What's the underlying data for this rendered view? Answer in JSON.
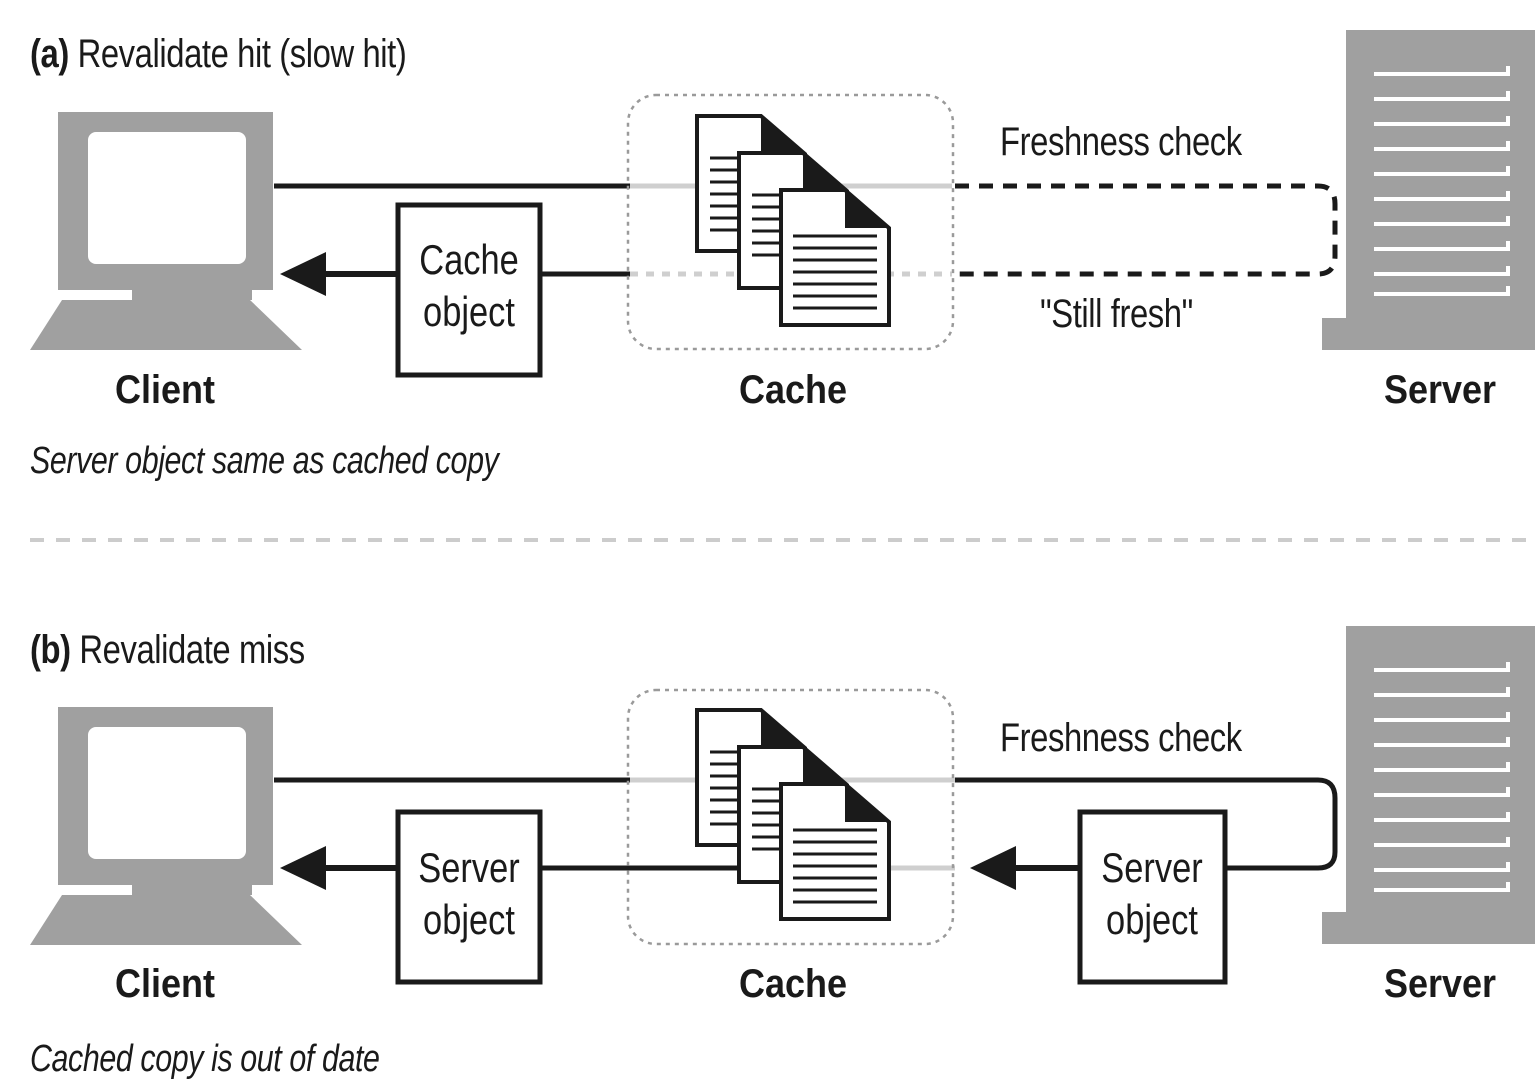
{
  "panel_a": {
    "tag": "(a)",
    "title": "Revalidate hit (slow hit)",
    "client_label": "Client",
    "cache_label": "Cache",
    "server_label": "Server",
    "request_label": "Freshness check",
    "response_label": "\"Still fresh\"",
    "box_line1": "Cache",
    "box_line2": "object",
    "caption": "Server object same as cached copy"
  },
  "panel_b": {
    "tag": "(b)",
    "title": "Revalidate miss",
    "client_label": "Client",
    "cache_label": "Cache",
    "server_label": "Server",
    "request_label": "Freshness check",
    "left_box_line1": "Server",
    "left_box_line2": "object",
    "right_box_line1": "Server",
    "right_box_line2": "object",
    "caption": "Cached copy is out of date"
  },
  "colors": {
    "device_gray": "#a0a0a0",
    "line": "#1a1a1a",
    "dashed_box": "#9a9a9a",
    "divider": "#cccccc"
  },
  "icons": [
    "computer-icon",
    "cache-documents-icon",
    "server-icon"
  ]
}
